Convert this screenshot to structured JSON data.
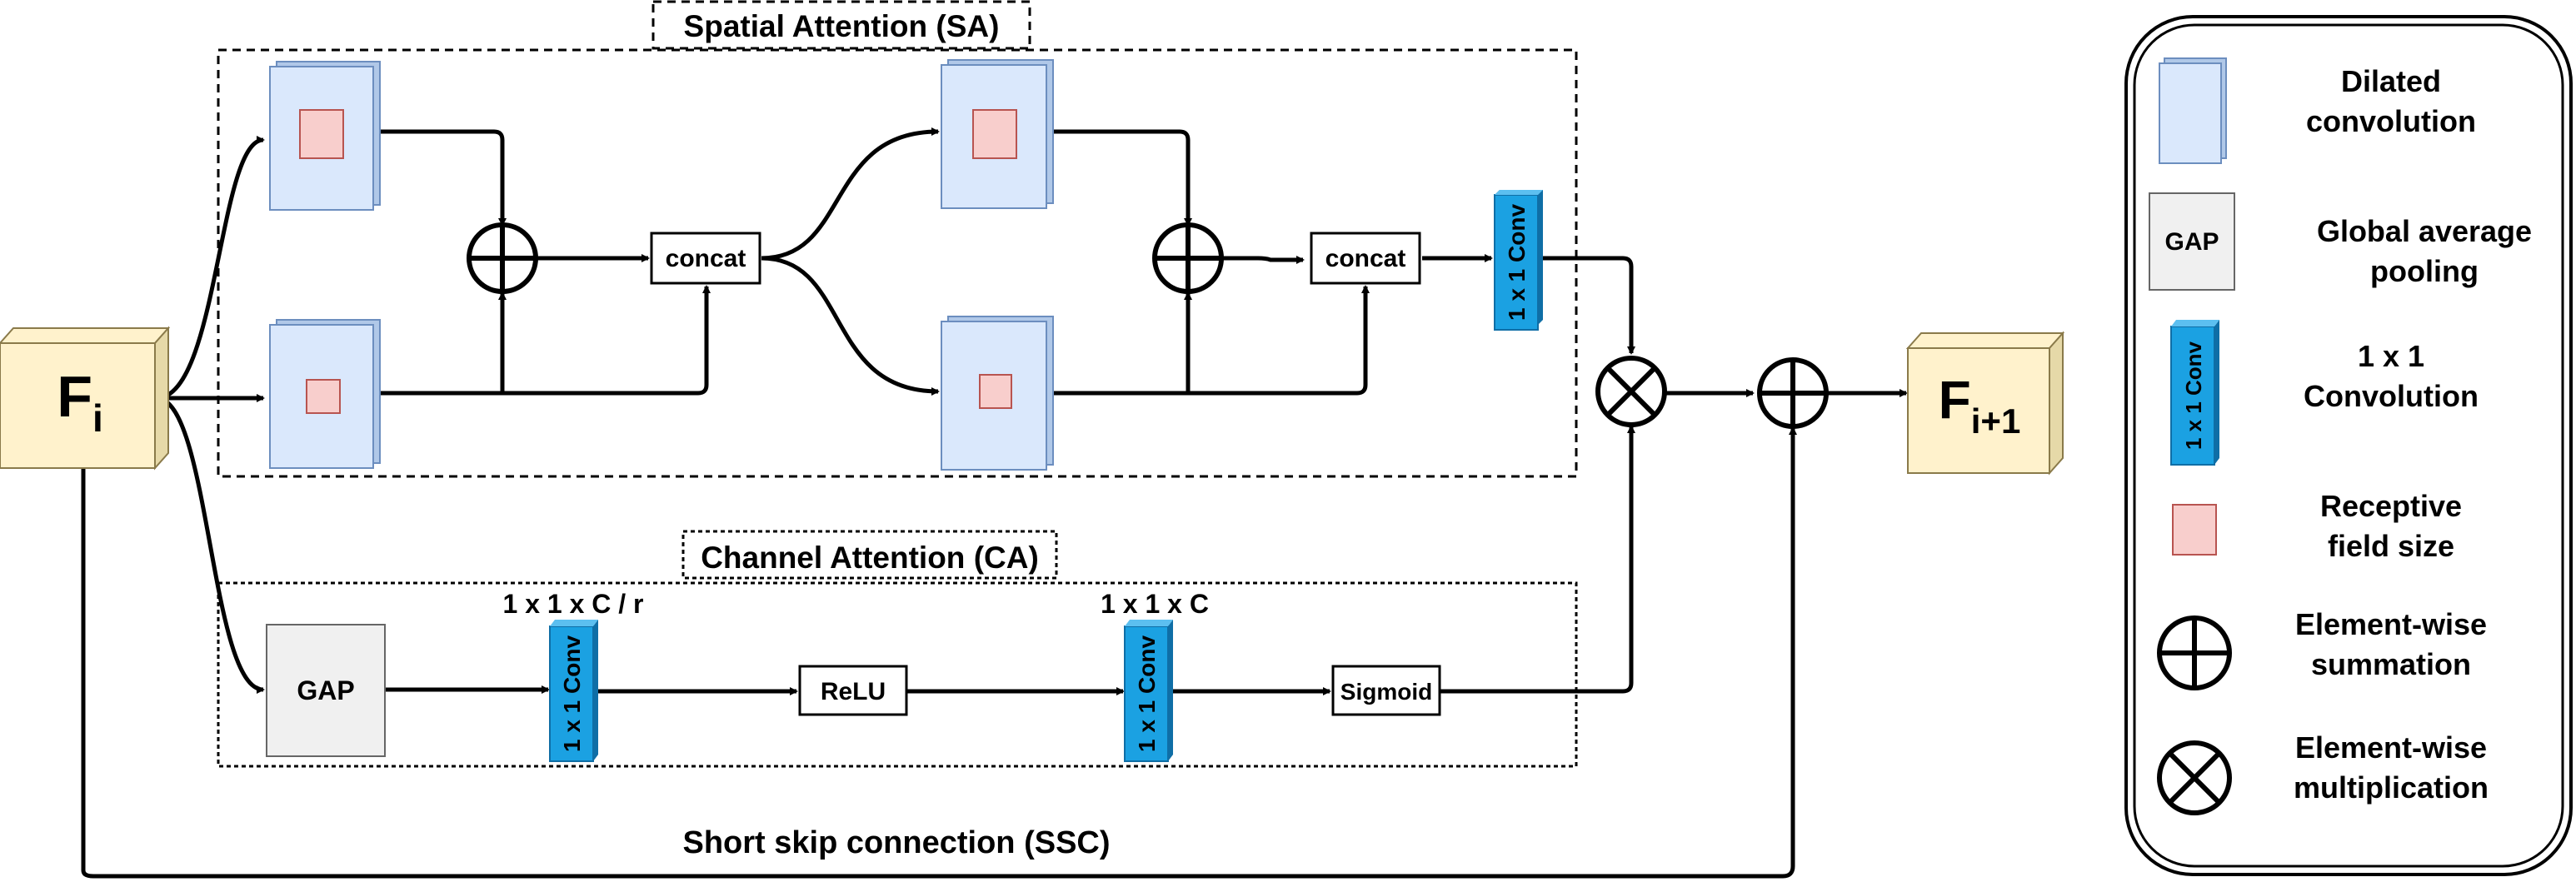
{
  "colors": {
    "dilated_front": "#dae8fc",
    "dilated_side": "#b0c8e8",
    "dilated_stroke": "#6c8ebf",
    "receptive_fill": "#f8cecc",
    "receptive_stroke": "#b85450",
    "conv_fill": "#1ba1e2",
    "conv_side": "#0f6ea6",
    "gap_fill": "#f0f0f0",
    "gap_stroke": "#666666",
    "feature_front": "#fff2cc",
    "feature_side": "#e6d9a8",
    "feature_stroke": "#8a7a4a"
  },
  "input_feature": {
    "base": "F",
    "sub": "i"
  },
  "output_feature": {
    "base": "F",
    "sub": "i+1"
  },
  "spatial_attention": {
    "title": "Spatial Attention (SA)",
    "concat_1": "concat",
    "concat_2": "concat",
    "conv_label": "1 x 1 Conv"
  },
  "channel_attention": {
    "title": "Channel Attention (CA)",
    "gap_label": "GAP",
    "conv1_label": "1 x 1 Conv",
    "conv1_dims": "1 x 1 x  C / r",
    "relu_label": "ReLU",
    "conv2_label": "1 x 1 Conv",
    "conv2_dims": "1 x 1 x  C",
    "sigmoid_label": "Sigmoid"
  },
  "skip_connection_label": "Short skip connection (SSC)",
  "legend": {
    "items": [
      {
        "icon": "dilated-convolution-icon",
        "line1": "Dilated",
        "line2": "convolution"
      },
      {
        "icon": "gap-icon",
        "icon_text": "GAP",
        "line1": "Global average",
        "line2": "pooling"
      },
      {
        "icon": "conv-1x1-icon",
        "icon_text": "1 x 1 Conv",
        "line1": "1 x 1",
        "line2": "Convolution"
      },
      {
        "icon": "receptive-field-icon",
        "line1": "Receptive",
        "line2": "field size"
      },
      {
        "icon": "summation-icon",
        "line1": "Element-wise",
        "line2": "summation"
      },
      {
        "icon": "multiplication-icon",
        "line1": "Element-wise",
        "line2": "multiplication"
      }
    ]
  }
}
